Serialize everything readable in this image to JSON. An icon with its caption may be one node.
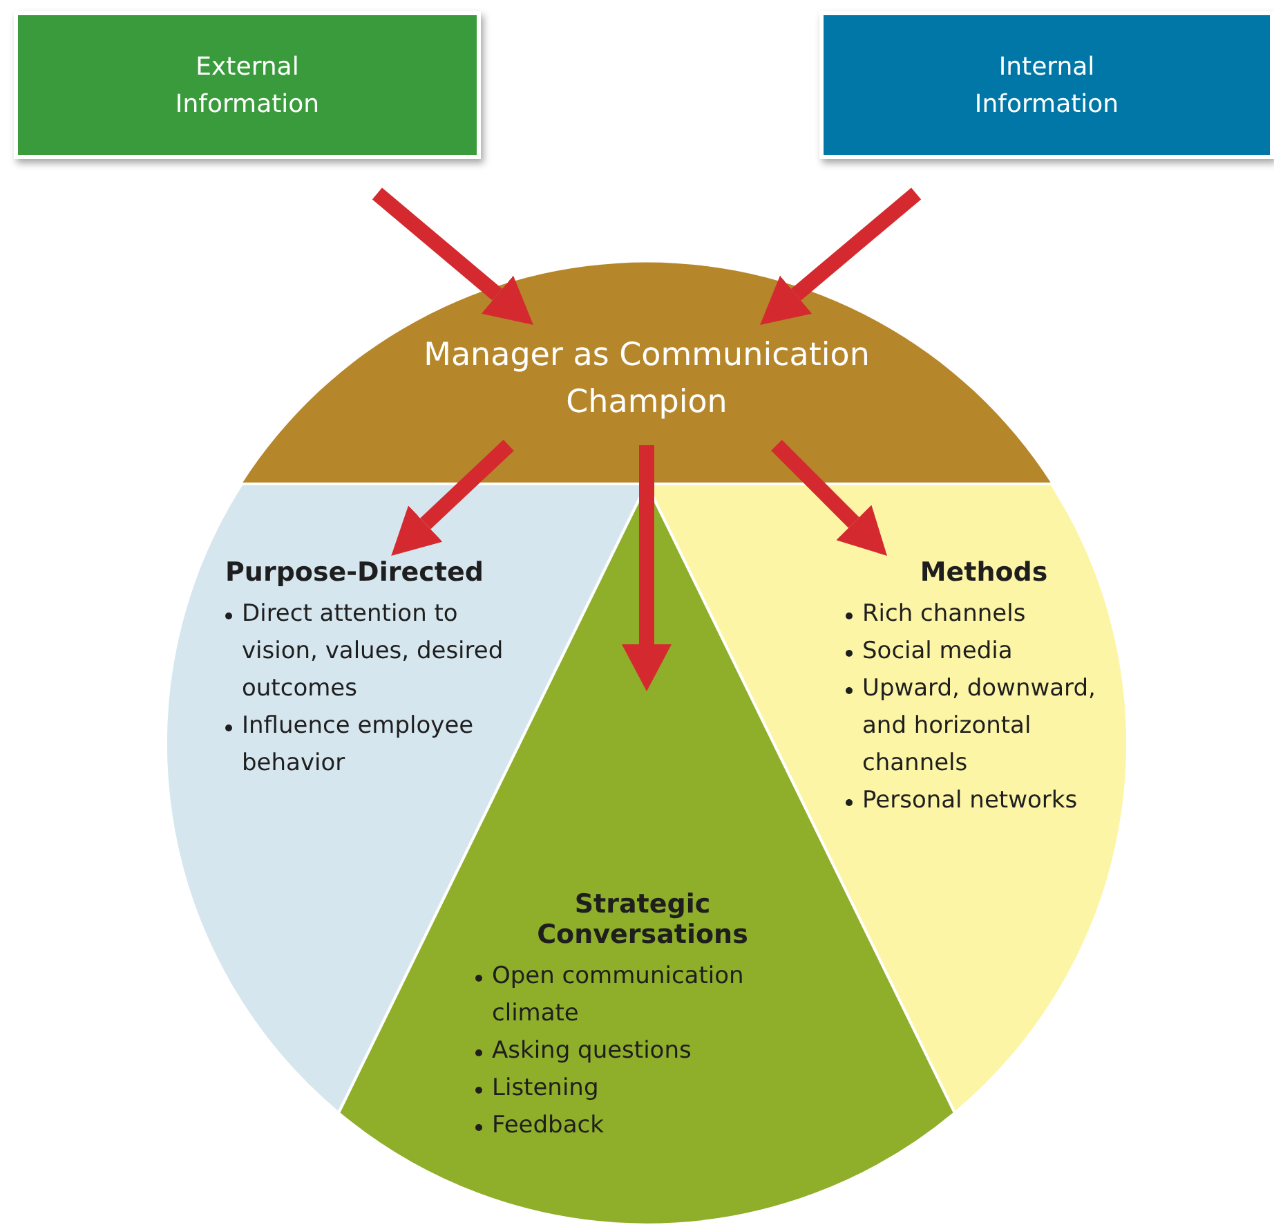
{
  "diagram": {
    "nodes": [
      {
        "text": [
          "External Information"
        ]
      },
      {
        "text": [
          "Internal Information"
        ]
      },
      {
        "text": [
          "Manager as Communication Champion"
        ]
      },
      {
        "text": [
          "Purpose-Directed",
          "Direct attention to vision, values, desired outcomes",
          "Influence employee behavior"
        ]
      },
      {
        "text": [
          "Methods",
          "Rich channels",
          "Social media",
          "Upward, downward, and horizontal channels",
          "Personal networks"
        ]
      },
      {
        "text": [
          "Strategic Conversations",
          "Open communication climate",
          "Asking questions",
          "Listening",
          "Feedback"
        ]
      }
    ],
    "edges": [
      {
        "from": 0,
        "to": 2,
        "arrow": "to"
      },
      {
        "from": 1,
        "to": 2,
        "arrow": "to"
      },
      {
        "from": 2,
        "to": 3,
        "arrow": "to"
      },
      {
        "from": 2,
        "to": 5,
        "arrow": "to"
      },
      {
        "from": 2,
        "to": 4,
        "arrow": "to"
      }
    ]
  }
}
